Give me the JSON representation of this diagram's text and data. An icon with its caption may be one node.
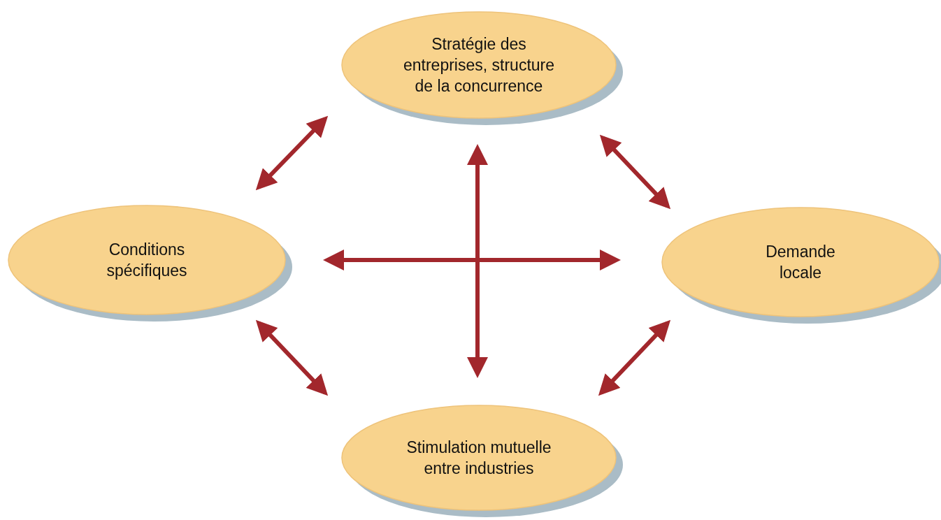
{
  "diagram": {
    "nodes": [
      {
        "text": [
          "Stratégie des entreprises, structure de la concurrence"
        ]
      },
      {
        "text": [
          "Conditions spécifiques"
        ]
      },
      {
        "text": [
          "Demande locale"
        ]
      },
      {
        "text": [
          "Stimulation mutuelle entre industries"
        ]
      }
    ],
    "edges": [
      {
        "from": 0,
        "to": 1,
        "arrow": "both"
      },
      {
        "from": 0,
        "to": 2,
        "arrow": "both"
      },
      {
        "from": 1,
        "to": 3,
        "arrow": "both"
      },
      {
        "from": 2,
        "to": 3,
        "arrow": "both"
      },
      {
        "from": 0,
        "to": 3,
        "arrow": "both"
      },
      {
        "from": 1,
        "to": 2,
        "arrow": "both"
      }
    ]
  }
}
